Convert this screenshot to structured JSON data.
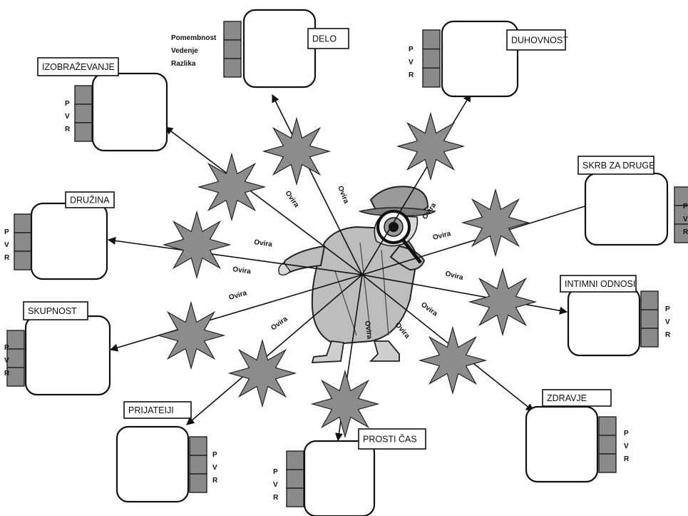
{
  "legend_letters": [
    "P",
    "V",
    "R"
  ],
  "legend_words": [
    "Pomembnost",
    "Vedenje",
    "Razlika"
  ],
  "obstacle_label": "Ovira",
  "domains": [
    {
      "id": "delo",
      "title": "DELO"
    },
    {
      "id": "duhovnost",
      "title": "DUHOVNOST"
    },
    {
      "id": "izobrazevanje",
      "title": "IZOBRAŽEVANJE"
    },
    {
      "id": "skrb",
      "title": "SKRB ZA DRUGE"
    },
    {
      "id": "druzina",
      "title": "DRUŽINA"
    },
    {
      "id": "intimni",
      "title": "INTIMNI ODNOSI"
    },
    {
      "id": "skupnost",
      "title": "SKUPNOST"
    },
    {
      "id": "zdravje",
      "title": "ZDRAVJE"
    },
    {
      "id": "prijatelji",
      "title": "PRIJATEIJI"
    },
    {
      "id": "prosti",
      "title": "PROSTI ČAS"
    }
  ],
  "colors": {
    "segment_fill": "#8a8a8a",
    "star_fill": "#8c8c8c",
    "line": "#111111"
  }
}
